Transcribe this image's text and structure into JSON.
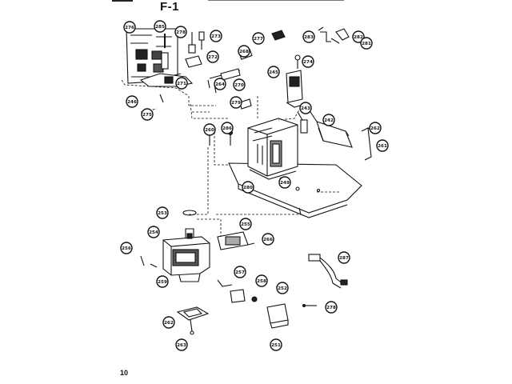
{
  "figure": {
    "title": "F-1",
    "page_number": "10"
  },
  "part_labels": [
    {
      "id": "c276",
      "text": "276"
    },
    {
      "id": "c285",
      "text": "285"
    },
    {
      "id": "c278",
      "text": "278"
    },
    {
      "id": "c273",
      "text": "273"
    },
    {
      "id": "c277",
      "text": "277"
    },
    {
      "id": "c283",
      "text": "283"
    },
    {
      "id": "c282",
      "text": "282"
    },
    {
      "id": "c281",
      "text": "281"
    },
    {
      "id": "c272",
      "text": "272"
    },
    {
      "id": "c268",
      "text": "268"
    },
    {
      "id": "c274",
      "text": "274"
    },
    {
      "id": "c245",
      "text": "245"
    },
    {
      "id": "c271",
      "text": "271"
    },
    {
      "id": "c264",
      "text": "264"
    },
    {
      "id": "c270",
      "text": "270"
    },
    {
      "id": "c246",
      "text": "246"
    },
    {
      "id": "c275",
      "text": "275"
    },
    {
      "id": "c279",
      "text": "279"
    },
    {
      "id": "c243",
      "text": "243"
    },
    {
      "id": "c242",
      "text": "242"
    },
    {
      "id": "c260",
      "text": "260"
    },
    {
      "id": "c286",
      "text": "286"
    },
    {
      "id": "c262",
      "text": "262"
    },
    {
      "id": "c261",
      "text": "261"
    },
    {
      "id": "c249",
      "text": "249"
    },
    {
      "id": "c280",
      "text": "280"
    },
    {
      "id": "c253",
      "text": "253"
    },
    {
      "id": "c255",
      "text": "255"
    },
    {
      "id": "c254",
      "text": "254"
    },
    {
      "id": "c266",
      "text": "266"
    },
    {
      "id": "c256",
      "text": "256"
    },
    {
      "id": "c287",
      "text": "287"
    },
    {
      "id": "c257",
      "text": "257"
    },
    {
      "id": "c258",
      "text": "258"
    },
    {
      "id": "c259",
      "text": "259"
    },
    {
      "id": "c252",
      "text": "252"
    },
    {
      "id": "c278b",
      "text": "278"
    },
    {
      "id": "c262b",
      "text": "262"
    },
    {
      "id": "c251",
      "text": "251"
    },
    {
      "id": "c263",
      "text": "263"
    }
  ]
}
